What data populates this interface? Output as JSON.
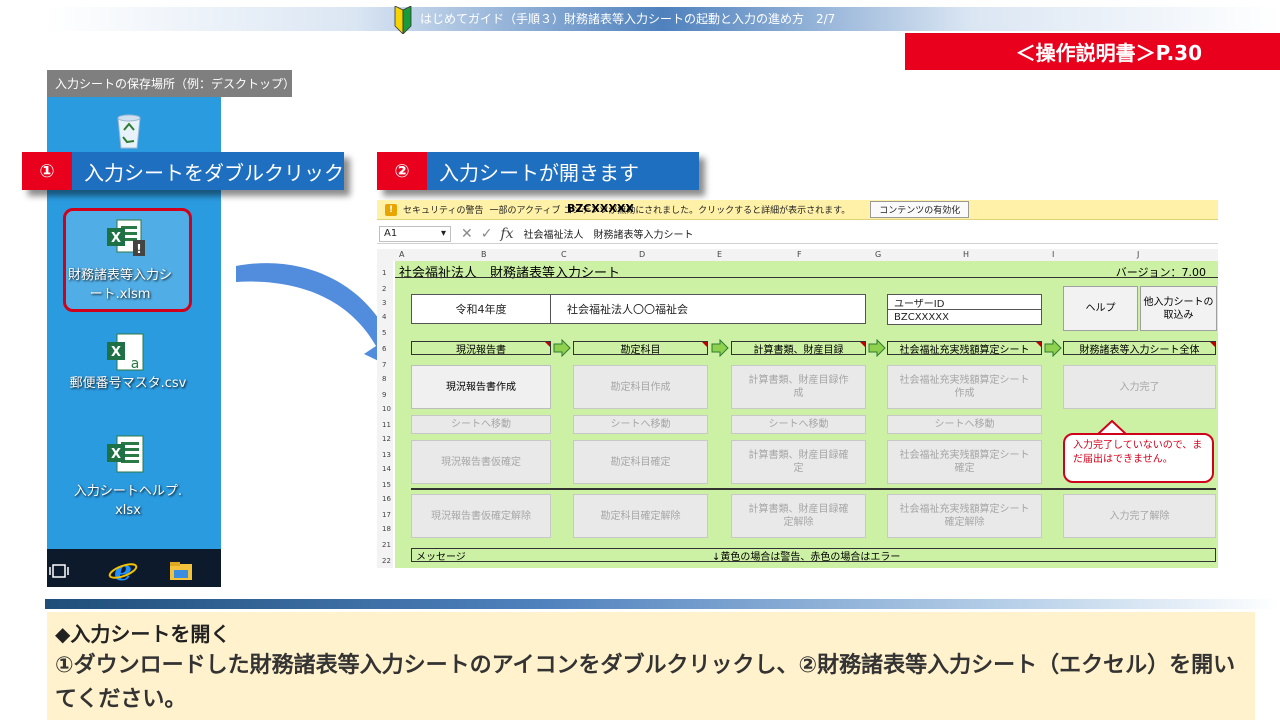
{
  "header": {
    "title": "はじめてガイド（手順３）財務諸表等入力シートの起動と入力の進め方　2/7",
    "manual_ref": "＜操作説明書＞P.30"
  },
  "desktop": {
    "label": "入力シートの保存場所（例：デスクトップ）",
    "files": [
      {
        "line1": "財務諸表等入力シ",
        "line2": "ート.xlsm",
        "icon": "excel-macro-icon"
      },
      {
        "line1": "郵便番号マスタ.csv",
        "line2": "",
        "icon": "csv-icon"
      },
      {
        "line1": "入力シートヘルプ.",
        "line2": "xlsx",
        "icon": "excel-icon"
      }
    ]
  },
  "steps": {
    "one": {
      "num": "①",
      "text": "入力シートをダブルクリック"
    },
    "two": {
      "num": "②",
      "text": "入力シートが開きます"
    }
  },
  "excel": {
    "security": {
      "label": "セキュリティの警告",
      "message": "一部のアクティブ コンテンツが無効にされました。クリックすると詳細が表示されます。",
      "overlay": "BZCXXXXX",
      "button": "コンテンツの有効化"
    },
    "namebox": "A1",
    "formula": "社会福祉法人　財務諸表等入力シート",
    "columns": [
      "A",
      "B",
      "C",
      "D",
      "E",
      "F",
      "G",
      "H",
      "I",
      "J"
    ],
    "rows": [
      "1",
      "2",
      "3",
      "4",
      "5",
      "6",
      "7",
      "8",
      "9",
      "10",
      "11",
      "12",
      "13",
      "14",
      "15",
      "16",
      "17",
      "18",
      "21",
      "22"
    ],
    "sheet_title": "社会福祉法人　財務諸表等入力シート",
    "version": "バージョン：7.00",
    "year": "令和4年度",
    "corp_name": "社会福祉法人〇〇福祉会",
    "user_id_label": "ユーザーID",
    "user_id_value": "BZCXXXXX",
    "help_button": "ヘルプ",
    "import_button": "他入力シートの取込み",
    "step_heads": [
      "現況報告書",
      "勘定科目",
      "計算書類、財産目録",
      "社会福祉充実残額算定シート",
      "財務諸表等入力シート全体"
    ],
    "create_buttons": [
      "現況報告書作成",
      "勘定科目作成",
      "計算書類、財産目録作成",
      "社会福祉充実残額算定シート作成",
      "入力完了"
    ],
    "move_buttons": [
      "シートへ移動",
      "シートへ移動",
      "シートへ移動",
      "シートへ移動"
    ],
    "confirm_buttons": [
      "現況報告書仮確定",
      "勘定科目確定",
      "計算書類、財産目録確定",
      "社会福祉充実残額算定シート確定"
    ],
    "cancel_buttons": [
      "現況報告書仮確定解除",
      "勘定科目確定解除",
      "計算書類、財産目録確定解除",
      "社会福祉充実残額算定シート確定解除",
      "入力完了解除"
    ],
    "callout": "入力完了していないので、まだ届出はできません。",
    "message_label": "メッセージ",
    "message_note": "↓黄色の場合は警告、赤色の場合はエラー"
  },
  "bottom": {
    "heading": "◆入力シートを開く",
    "text": "①ダウンロードした財務諸表等入力シートのアイコンをダブルクリックし、②財務諸表等入力シート（エクセル）を開いてください。"
  }
}
